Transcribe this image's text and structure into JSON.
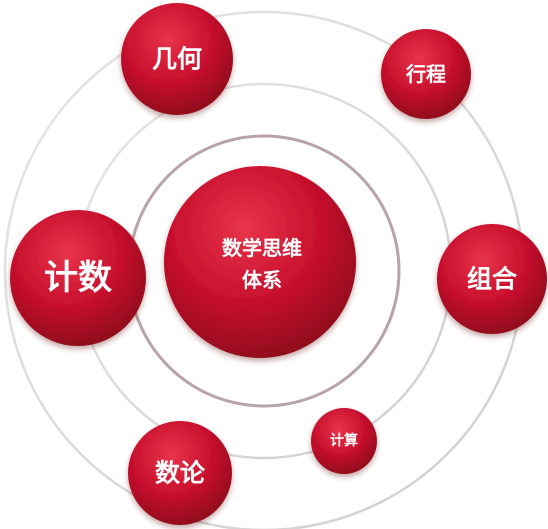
{
  "center": {
    "line1": "数学思维",
    "line2": "体系"
  },
  "nodes": {
    "geometry": "几何",
    "travel": "行程",
    "counting": "计数",
    "combination": "组合",
    "number_theory": "数论",
    "calculation": "计算"
  },
  "colors": {
    "node_light": "#e2283a",
    "node_mid": "#c8102e",
    "node_dark": "#8f0a1c",
    "ring_outer": "#d6d6d6",
    "ring_middle": "#d2d2d2",
    "ring_inner": "#b5a0a4",
    "label": "#ffffff"
  }
}
